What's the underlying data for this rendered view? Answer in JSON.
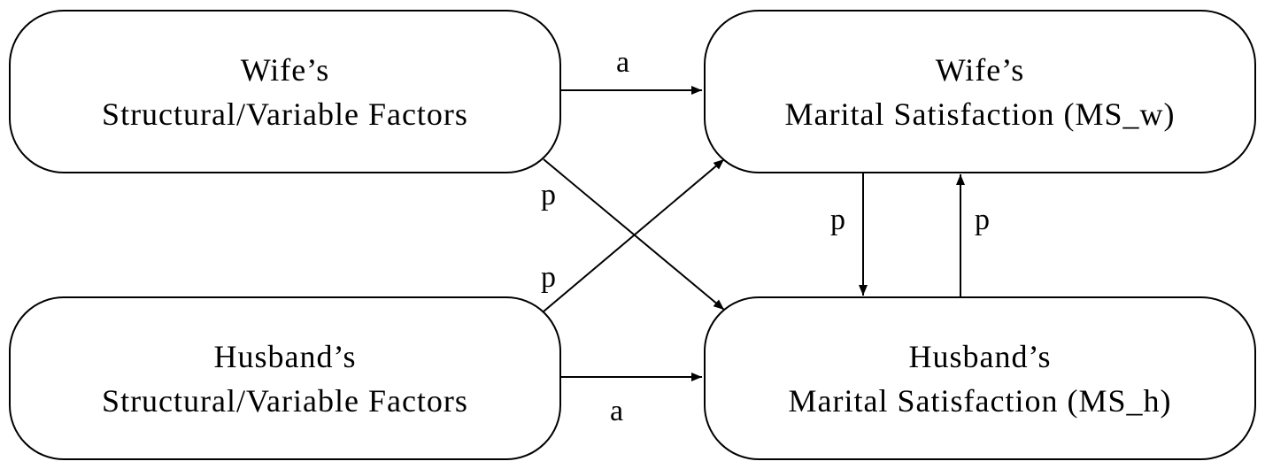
{
  "boxes": {
    "wife_factors": {
      "line1": "Wife’s",
      "line2": "Structural/Variable Factors"
    },
    "husband_factors": {
      "line1": "Husband’s",
      "line2": "Structural/Variable Factors"
    },
    "wife_satisfaction": {
      "line1": "Wife’s",
      "line2": "Marital Satisfaction (MS_w)"
    },
    "husband_satisfaction": {
      "line1": "Husband’s",
      "line2": "Marital Satisfaction (MS_h)"
    }
  },
  "edges": {
    "wife_actor": "a",
    "husband_actor": "a",
    "wife_to_husband_partner": "p",
    "husband_to_wife_partner": "p",
    "ms_w_to_ms_h": "p",
    "ms_h_to_ms_w": "p"
  }
}
